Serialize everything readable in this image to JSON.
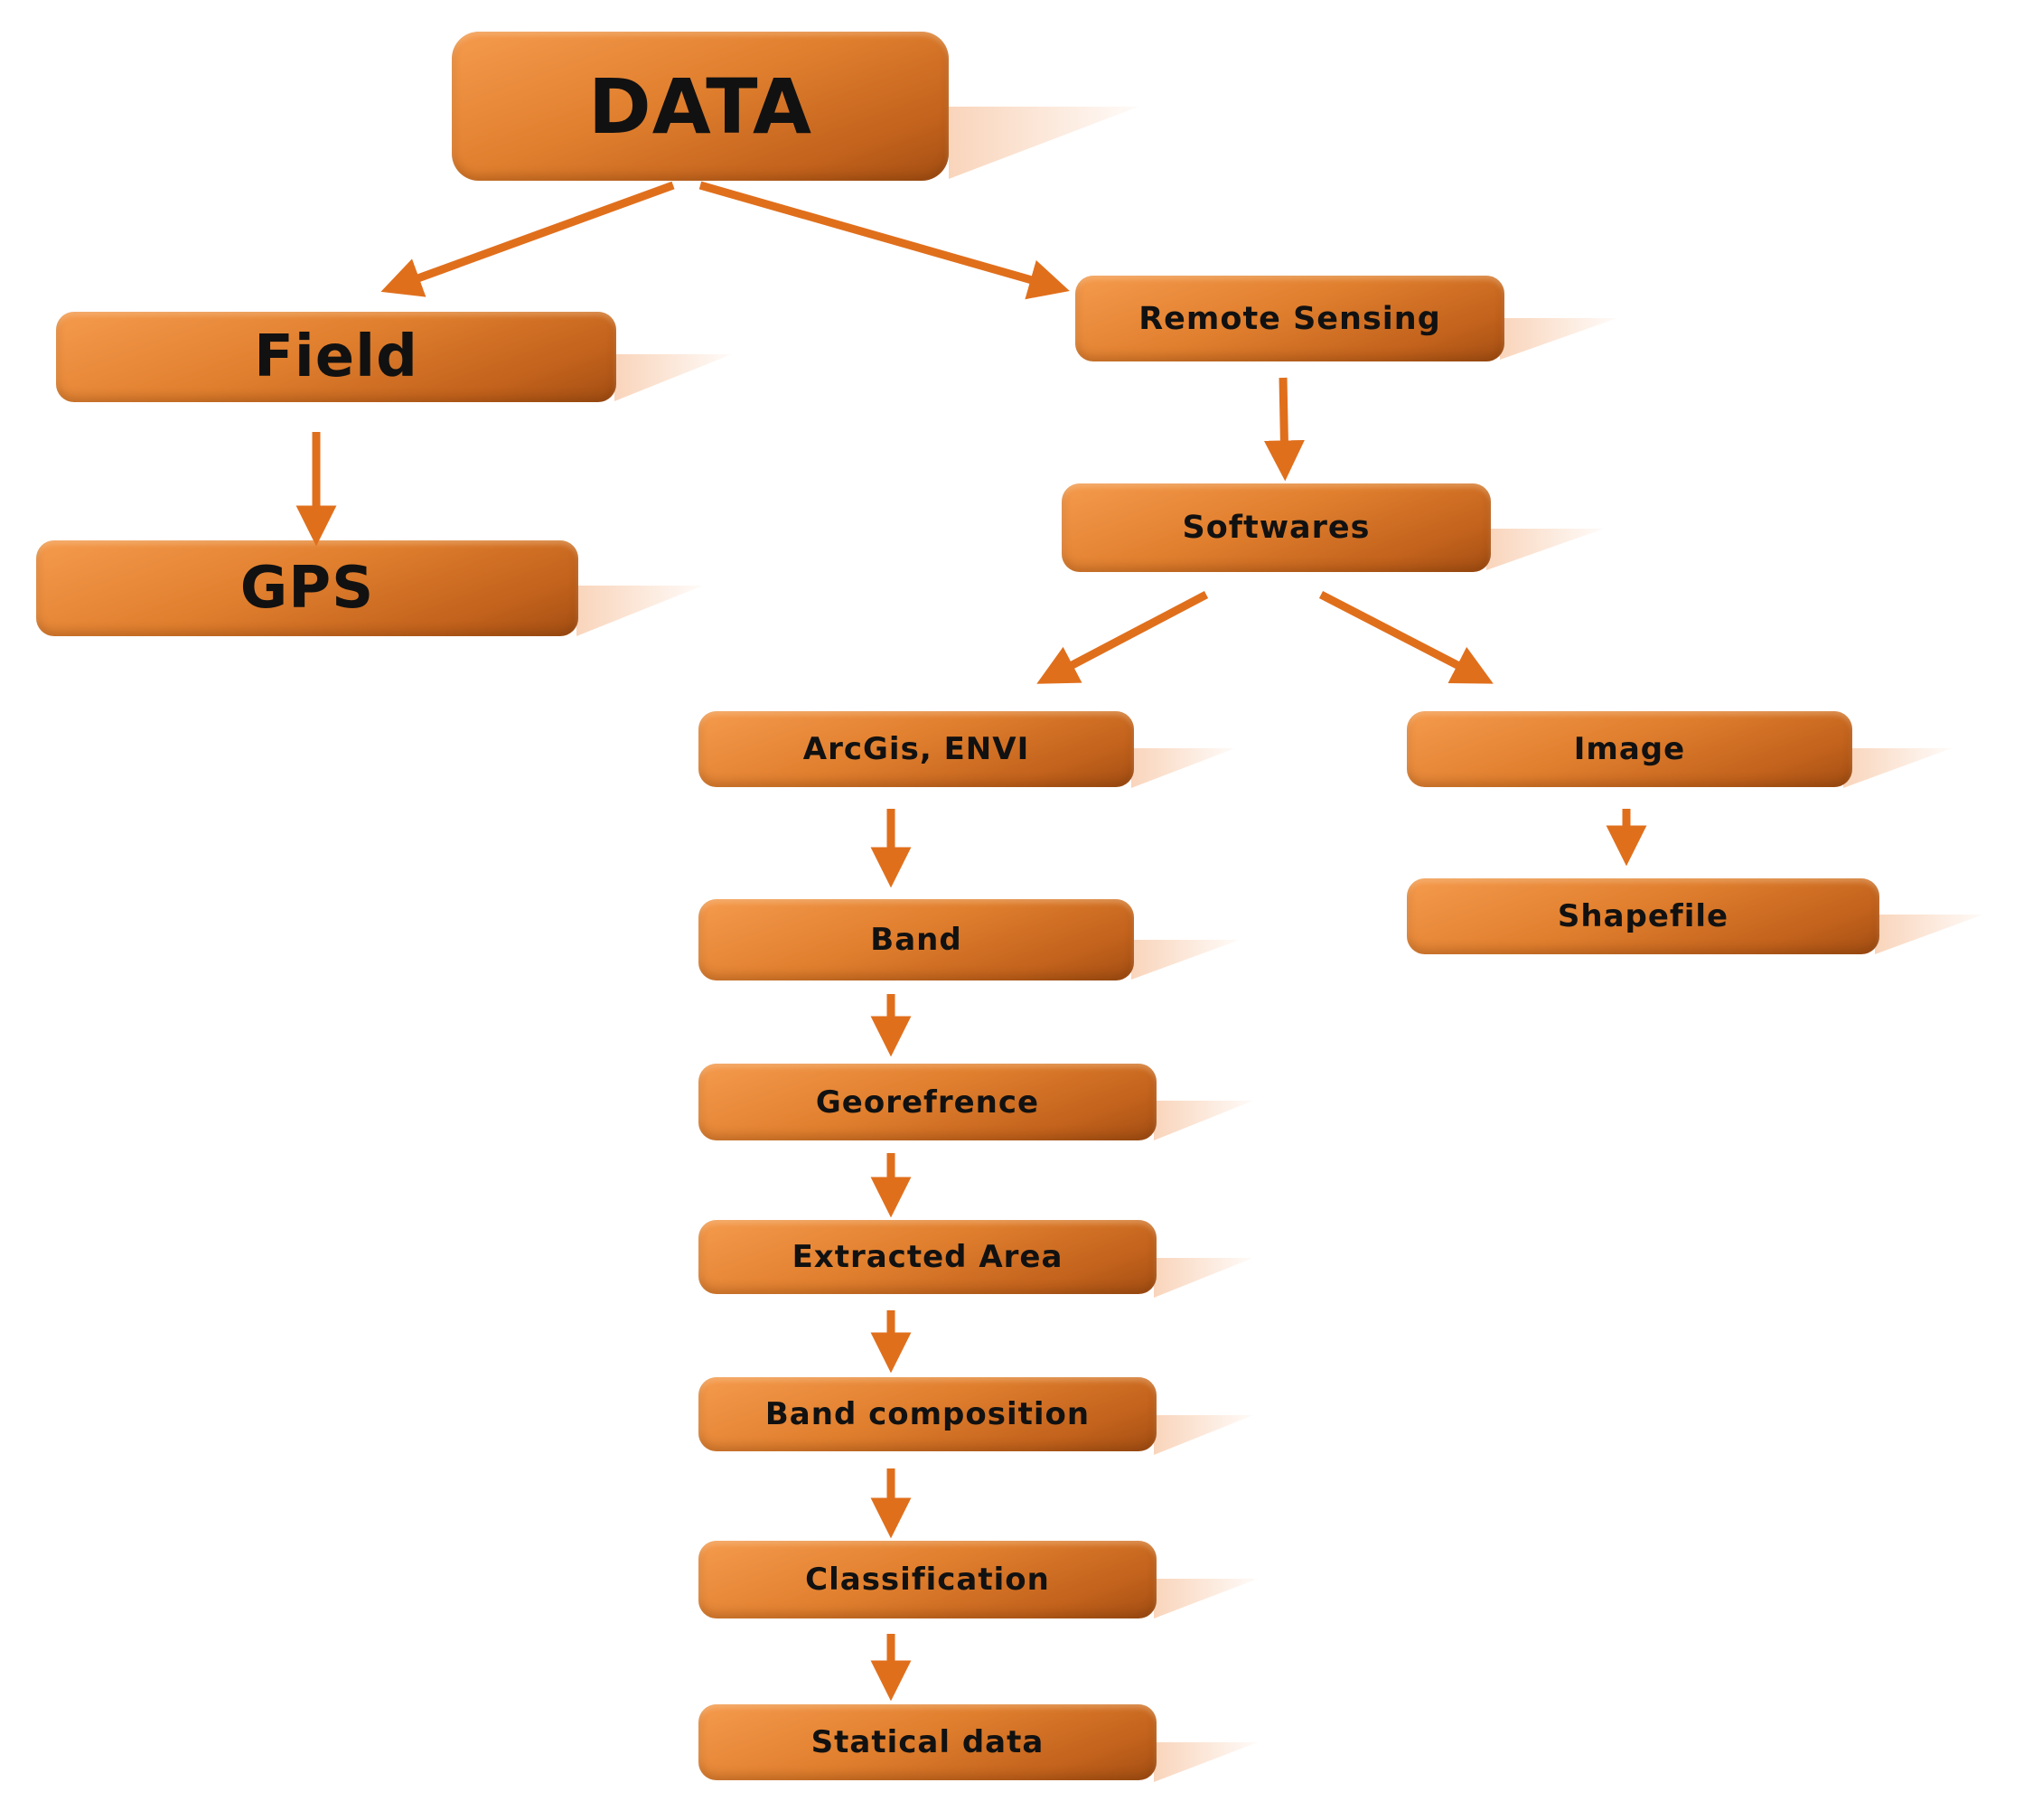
{
  "diagram": {
    "nodes": {
      "data": "DATA",
      "field": "Field",
      "gps": "GPS",
      "remote_sensing": "Remote Sensing",
      "softwares": "Softwares",
      "arcgis_envi": "ArcGis, ENVI",
      "image": "Image",
      "shapefile": "Shapefile",
      "band": "Band",
      "georefrence": "Georefrence",
      "extracted_area": "Extracted Area",
      "band_composition": "Band composition",
      "classification": "Classification",
      "statical_data": "Statical data"
    },
    "colors": {
      "box_fill": "#e07f2e",
      "arrow": "#e06f1c",
      "text": "#111111"
    }
  }
}
